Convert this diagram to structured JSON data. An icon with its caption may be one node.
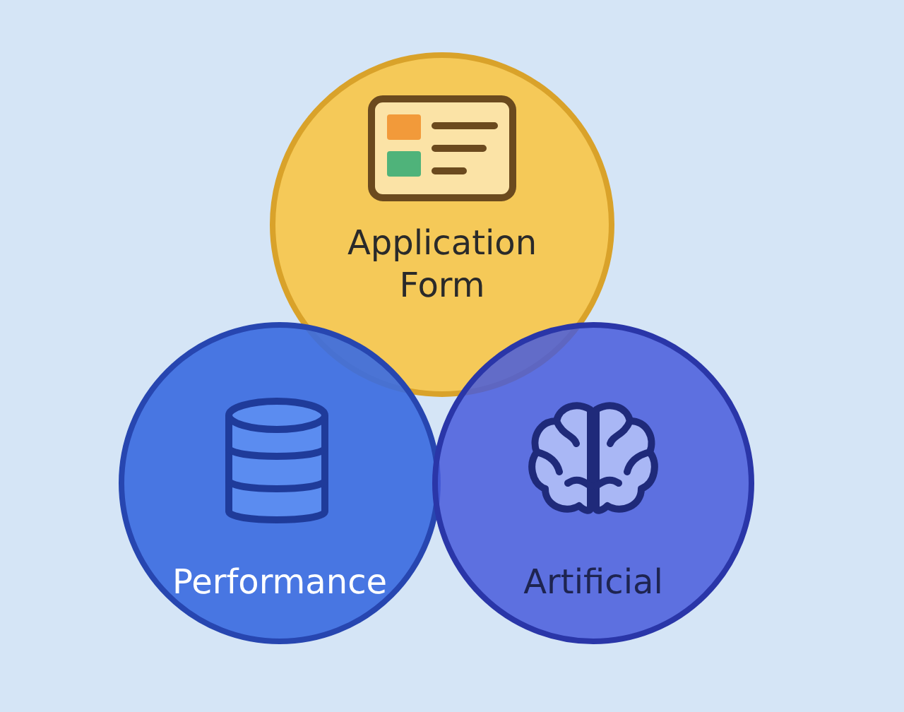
{
  "diagram": {
    "nodes": [
      {
        "text": [
          "Application Form"
        ]
      },
      {
        "text": [
          "Performance"
        ]
      },
      {
        "text": [
          "Artificial"
        ]
      }
    ]
  }
}
